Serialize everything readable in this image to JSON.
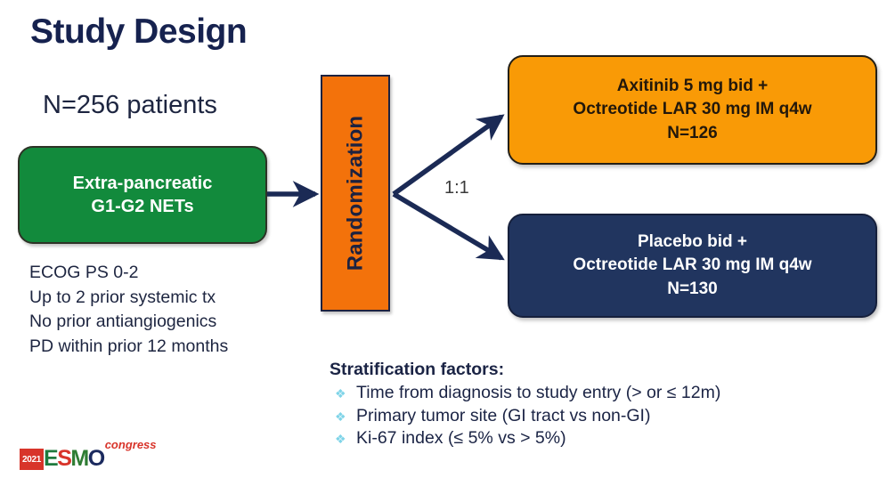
{
  "slide": {
    "title": "Study Design",
    "total_enrollment": "N=256 patients",
    "background_color": "#ffffff"
  },
  "population": {
    "lines": [
      "Extra-pancreatic",
      "G1-G2 NETs"
    ],
    "fill_color": "#128a3c",
    "text_color": "#ffffff"
  },
  "eligibility": {
    "criteria": [
      "ECOG PS 0-2",
      "Up to 2 prior systemic tx",
      "No prior antiangiogenics",
      "PD within prior 12 months"
    ]
  },
  "randomization": {
    "label": "Randomization",
    "ratio": "1:1",
    "fill_color": "#f3720b",
    "text_color": "#1d2240"
  },
  "arms": [
    {
      "name": "axitinib-arm",
      "lines": [
        "Axitinib 5 mg bid +",
        "Octreotide LAR 30 mg IM q4w",
        "N=126"
      ],
      "fill_color": "#f99a06",
      "text_color": "#23180b"
    },
    {
      "name": "placebo-arm",
      "lines": [
        "Placebo bid +",
        "Octreotide LAR 30 mg IM q4w",
        "N=130"
      ],
      "fill_color": "#21355f",
      "text_color": "#ffffff"
    }
  ],
  "stratification": {
    "title": "Stratification factors:",
    "bullet_glyph": "❖",
    "bullet_color": "#7fd4e8",
    "items": [
      "Time from diagnosis to study entry (> or ≤ 12m)",
      "Primary tumor site (GI tract vs non-GI)",
      "Ki-67 index (≤ 5% vs > 5%)"
    ]
  },
  "logo": {
    "year": "2021",
    "letters": [
      "E",
      "S",
      "M",
      "O"
    ],
    "suffix": "congress"
  }
}
